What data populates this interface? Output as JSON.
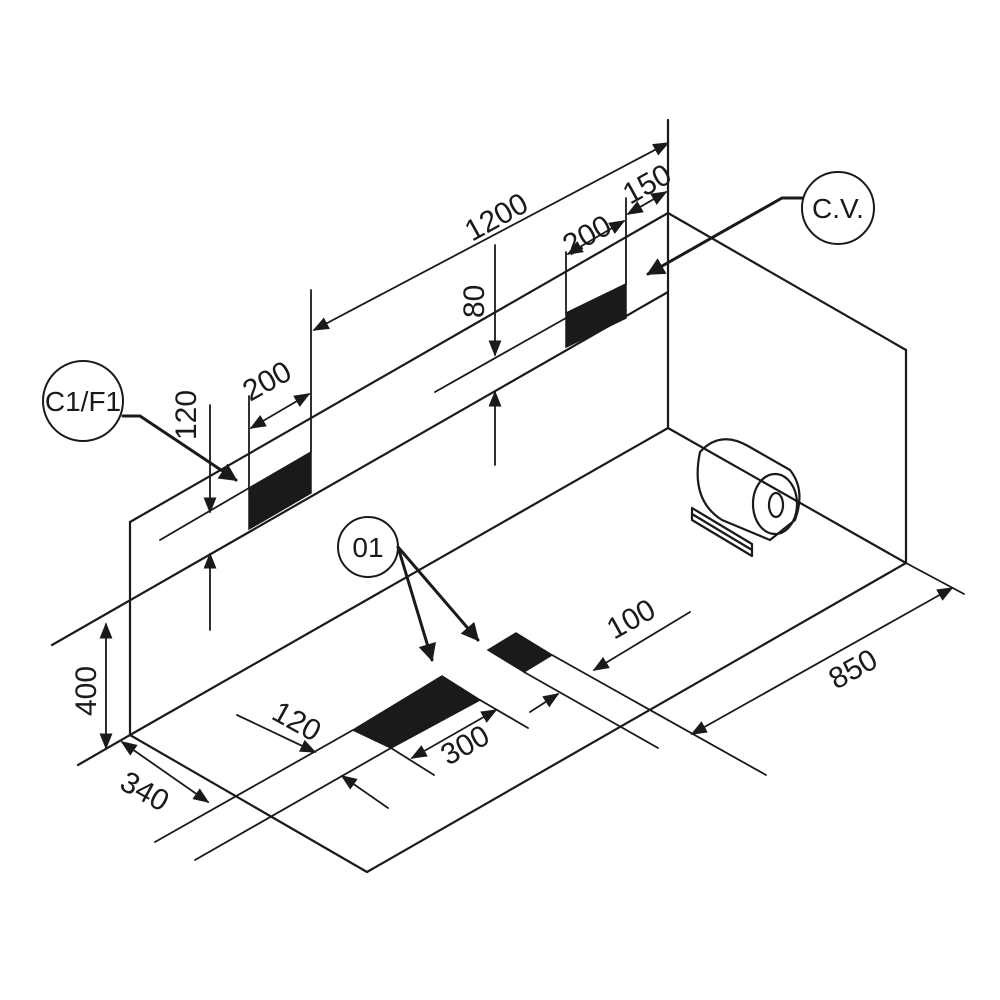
{
  "dimensions": {
    "length": "1200",
    "vent_width": "200",
    "vent_offset": "150",
    "vent_height": "80",
    "front_vent_width": "200",
    "front_vent_height": "120",
    "wall_height": "400",
    "depth": "850",
    "floor_offset": "340",
    "floor_gap": "120",
    "floor_slot": "300",
    "floor_offset_right": "100"
  },
  "labels": {
    "cv": "C.V.",
    "c1f1": "C1/F1",
    "o1": "01"
  },
  "colors": {
    "ink": "#1a1a1a",
    "background": "#ffffff"
  }
}
